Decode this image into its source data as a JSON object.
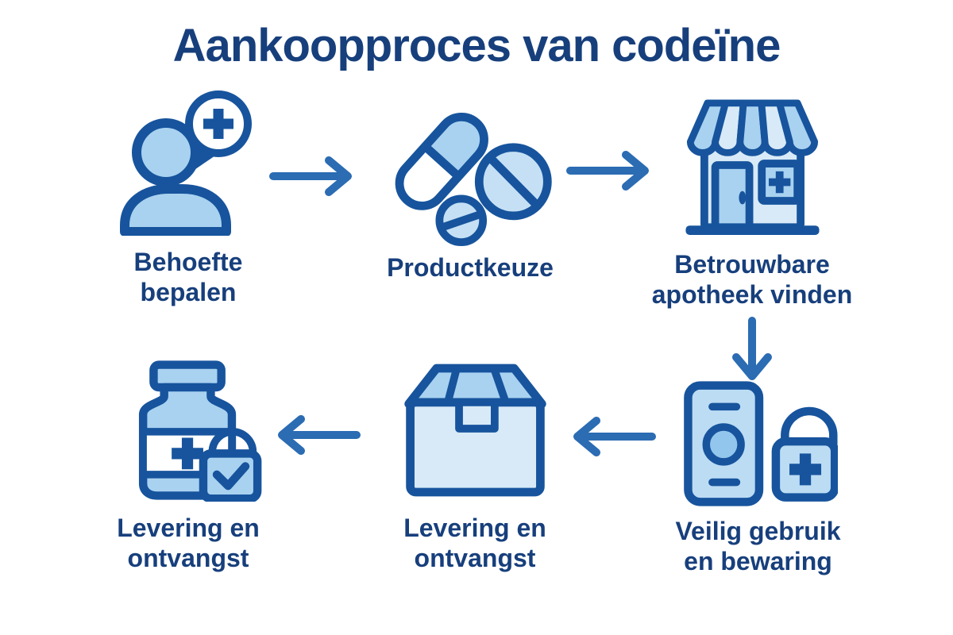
{
  "title": "Aankoopproces van codeïne",
  "colors": {
    "background": "#ffffff",
    "text": "#173f7c",
    "outline": "#17549d",
    "arrow": "#2b6cb3",
    "fill_light": "#a9d2f0",
    "fill_lighter": "#c5e0f5",
    "fill_lightest": "#d8eaf8",
    "fill_soft": "#bcdcf4",
    "fill_medium": "#93c6ec"
  },
  "steps": [
    {
      "icon": "person-consult-icon",
      "line1": "Behoefte",
      "line2": "bepalen"
    },
    {
      "icon": "pills-icon",
      "line1": "Productkeuze",
      "line2": ""
    },
    {
      "icon": "pharmacy-store-icon",
      "line1": "Betrouwbare",
      "line2": "apotheek vinden"
    },
    {
      "icon": "phone-lock-icon",
      "line1": "Veilig gebruik",
      "line2": "en bewaring"
    },
    {
      "icon": "package-box-icon",
      "line1": "Levering en",
      "line2": "ontvangst"
    },
    {
      "icon": "medicine-bottle-lock-icon",
      "line1": "Levering en",
      "line2": "ontvangst"
    }
  ],
  "arrows": [
    {
      "name": "arrow-right-icon",
      "from": "Behoefte bepalen",
      "to": "Productkeuze"
    },
    {
      "name": "arrow-right-icon",
      "from": "Productkeuze",
      "to": "Betrouwbare apotheek vinden"
    },
    {
      "name": "arrow-down-icon",
      "from": "Betrouwbare apotheek vinden",
      "to": "Veilig gebruik en bewaring"
    },
    {
      "name": "arrow-left-icon",
      "from": "Veilig gebruik en bewaring",
      "to": "Levering en ontvangst"
    },
    {
      "name": "arrow-left-icon",
      "from": "Levering en ontvangst",
      "to": "Levering en ontvangst"
    }
  ]
}
